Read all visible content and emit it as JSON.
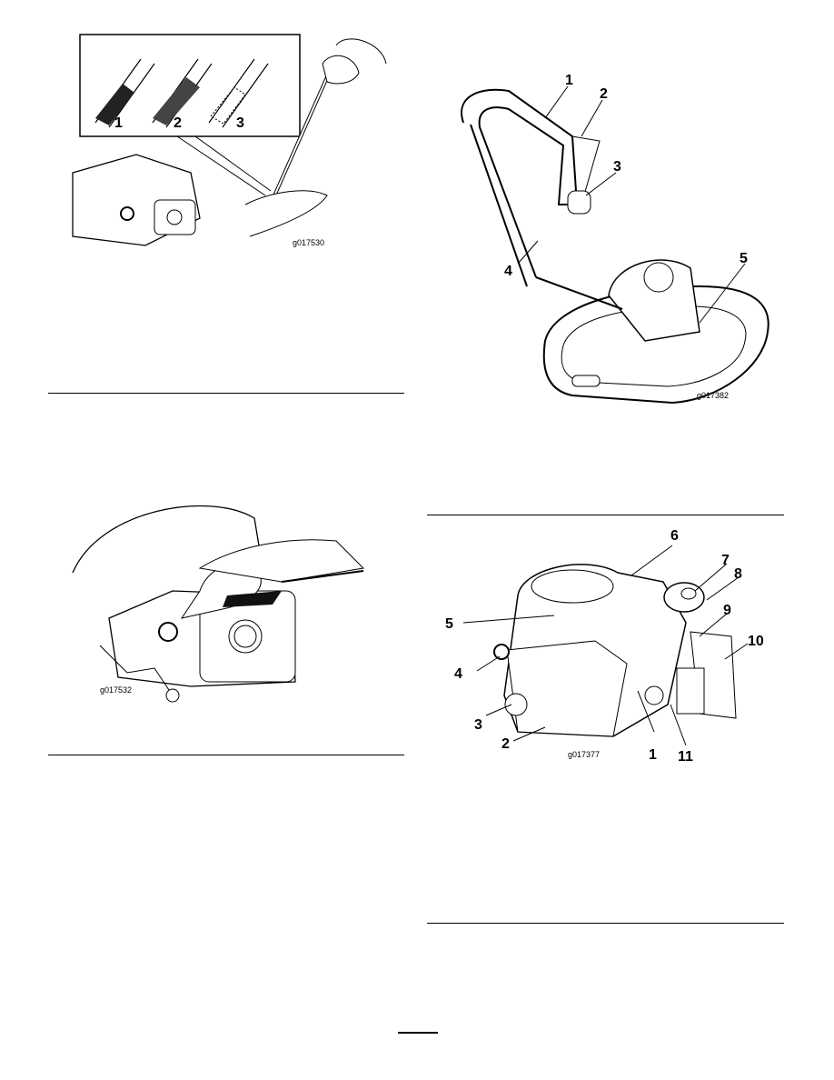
{
  "figures": {
    "dipstick": {
      "code": "g017530",
      "callouts": [
        "1",
        "2",
        "3"
      ]
    },
    "fill_oil": {
      "code": "g017532"
    },
    "mower": {
      "code": "g017382",
      "callouts": [
        "1",
        "2",
        "3",
        "4",
        "5"
      ]
    },
    "engine": {
      "code": "g017377",
      "callouts": [
        "1",
        "2",
        "3",
        "4",
        "5",
        "6",
        "7",
        "8",
        "9",
        "10",
        "11"
      ]
    }
  }
}
